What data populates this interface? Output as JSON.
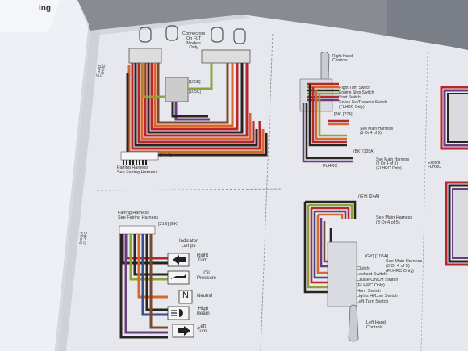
{
  "page_left": {
    "corner_title": "ing"
  },
  "top_diagram": {
    "connectors_note": [
      "Connectors",
      "On FLT",
      "Models",
      "Only"
    ],
    "tags": [
      "[105B]",
      "[105C]",
      "[105B]"
    ],
    "side_label": [
      "Except",
      "FLHRC"
    ],
    "harness_note": [
      "Fairing Harness",
      "See Fairing Harness"
    ]
  },
  "bottom_left_diagram": {
    "side_label": [
      "Except",
      "FLHRC"
    ],
    "harness_note": [
      "Fairing Harness",
      "See Fairing Harness"
    ],
    "tag": "[21B] (BK)",
    "indicator_title": [
      "Indicator",
      "Lamps"
    ],
    "indicators": [
      [
        "Right",
        "Turn"
      ],
      [
        "Oil",
        "Pressure"
      ],
      [
        "Neutral"
      ],
      [
        "High",
        "Beam"
      ],
      [
        "Left",
        "Turn"
      ]
    ],
    "neutral_symbol": "N"
  },
  "right_top_diagram": {
    "hand_controls": [
      "Right Hand",
      "Controls"
    ],
    "switches": [
      "Right Turn Switch",
      "Engine Stop Switch",
      "Start Switch",
      "Cruise Set/Resume Switch",
      "(FLHRC Only)"
    ],
    "tag1": "[BK] [22A]",
    "harness_note1": [
      "See Main Harness",
      "(3 Or 4 of 5)"
    ],
    "tag2": "(BK) [105A]",
    "harness_note2": [
      "See Main Harness",
      "(3 Or 4 of 5)",
      "(FLHRC Only)"
    ],
    "model_label": "FLHRC",
    "right_side_label": [
      "Except",
      "FLHRC"
    ]
  },
  "right_bottom_diagram": {
    "tag1": "(GY) [24A]",
    "harness_note1": [
      "See Main Harness",
      "(3 Or 4 of 5)"
    ],
    "tag2": "(GY) [105A]",
    "harness_note2": [
      "See Main Harness",
      "(3 Or 4 of 5)",
      "(FLHRC Only)"
    ],
    "switches": [
      "Clutch",
      "Lockout Switch",
      "Cruise On/Off Switch",
      "(FLHRC Only)",
      "Horn Switch",
      "Lights Hi/Low Switch",
      "Left Turn Switch"
    ],
    "hand_controls": [
      "Left Hand",
      "Controls"
    ]
  },
  "colors": {
    "table": "#8a8d94",
    "page": "#e8e9ee",
    "red": "#b8252a",
    "orange": "#d8682a",
    "green": "#8fa33a",
    "black": "#2a2420",
    "purple": "#6a3c7e",
    "brown": "#7a4a30",
    "blue": "#3b4a8a",
    "white": "#f2f2f2"
  }
}
